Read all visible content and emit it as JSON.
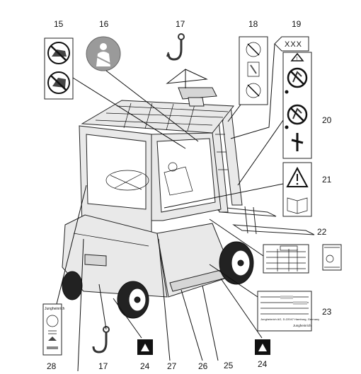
{
  "callouts": {
    "n15": "15",
    "n16": "16",
    "n17_top": "17",
    "n18": "18",
    "n19": "19",
    "n20": "20",
    "n21": "21",
    "n22": "22",
    "n23": "23",
    "n24_right": "24",
    "n25": "25",
    "n26": "26",
    "n27": "27",
    "n24_left": "24",
    "n17_bottom": "17",
    "n28": "28"
  },
  "label_19_tag": "XXX",
  "label_28_small_text": "Jungheinrich",
  "label_23_company_text": "Jungheinrich AG, D-22047 Hamburg, Germany",
  "label_23_brand_text": "Jungheinrich"
}
